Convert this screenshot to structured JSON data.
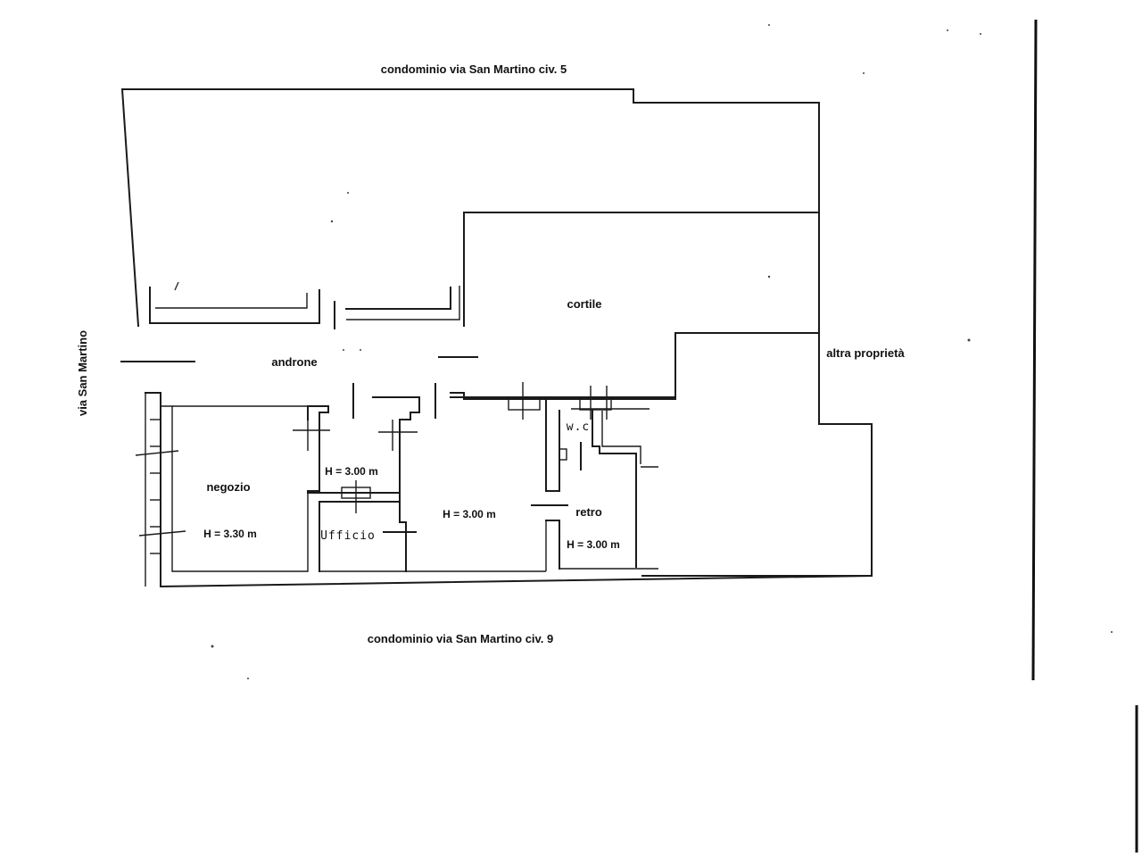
{
  "labels": {
    "neighbor_top": "condominio via San Martino civ. 5",
    "neighbor_bottom": "condominio via San Martino civ. 9",
    "street": "via San Martino",
    "other_property": "altra proprietà",
    "courtyard": "cortile",
    "entrance_hall": "androne",
    "shop": "negozio",
    "shop_height": "H = 3.30 m",
    "office": "Ufficio",
    "small_room_height": "H = 3.00 m",
    "main_room_height": "H = 3.00 m",
    "back_room": "retro",
    "back_room_height": "H = 3.00 m",
    "wc": "w.c"
  }
}
